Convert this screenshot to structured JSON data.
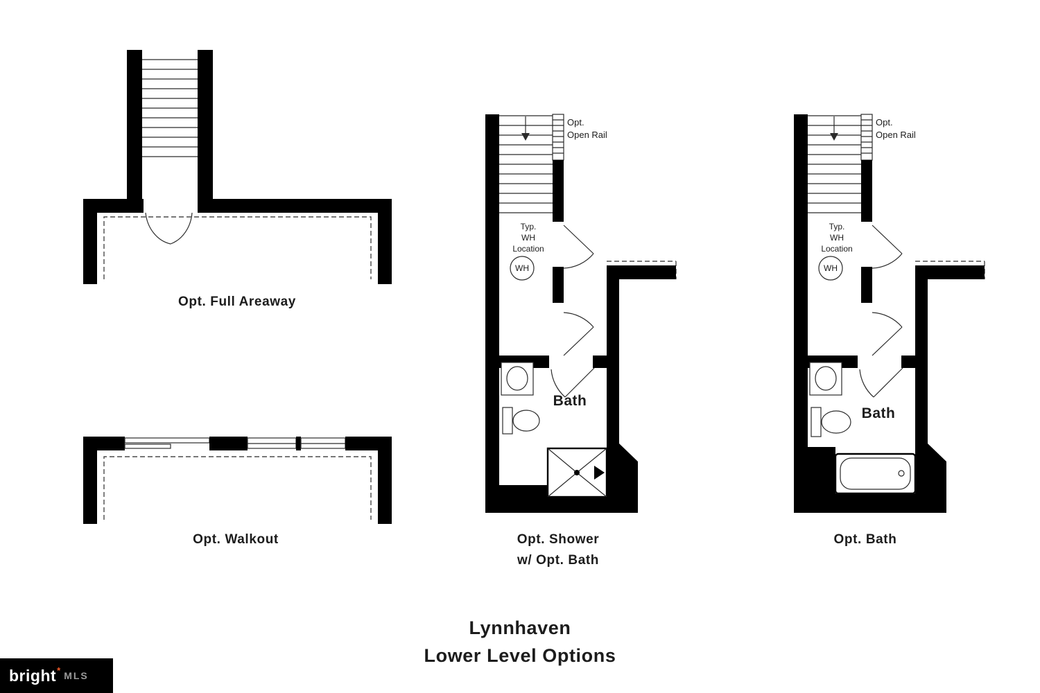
{
  "sheet": {
    "title_line1": "Lynnhaven",
    "title_line2": "Lower Level Options"
  },
  "areaway": {
    "label": "Opt. Full Areaway"
  },
  "walkout": {
    "label": "Opt. Walkout"
  },
  "shower_plan": {
    "label_line1": "Opt. Shower",
    "label_line2": "w/ Opt. Bath",
    "open_rail_line1": "Opt.",
    "open_rail_line2": "Open Rail",
    "wh_note_line1": "Typ.",
    "wh_note_line2": "WH",
    "wh_note_line3": "Location",
    "wh_circle_label": "WH",
    "room_label": "Bath"
  },
  "bath_plan": {
    "label": "Opt. Bath",
    "open_rail_line1": "Opt.",
    "open_rail_line2": "Open Rail",
    "wh_note_line1": "Typ.",
    "wh_note_line2": "WH",
    "wh_note_line3": "Location",
    "wh_circle_label": "WH",
    "room_label": "Bath"
  },
  "logo": {
    "brand": "bright",
    "mark": "*",
    "suffix": "MLS"
  },
  "colors": {
    "wall": "#000000",
    "text": "#1c1c1c",
    "accent": "#f05a28"
  }
}
